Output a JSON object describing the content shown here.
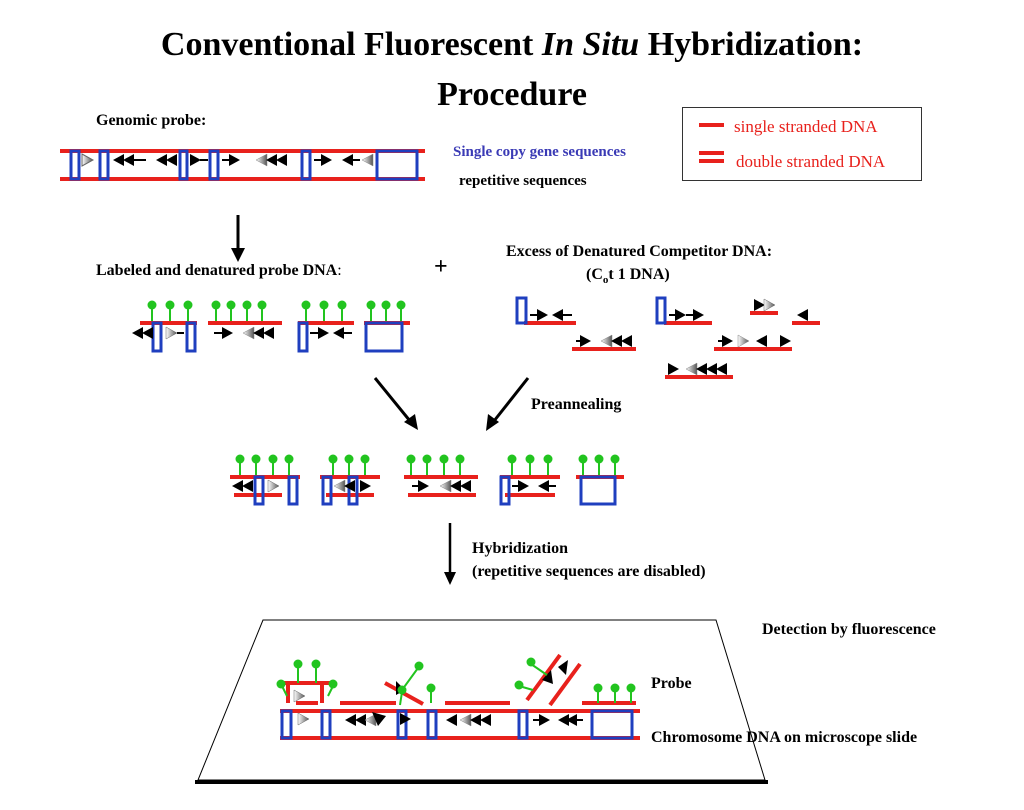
{
  "title": {
    "part1": "Conventional Fluorescent",
    "italic": "In Situ",
    "part2": "Hybridization:",
    "line2": "Procedure"
  },
  "legend": {
    "single": "single stranded DNA",
    "double": "double stranded DNA",
    "color": "#e8211c"
  },
  "labels": {
    "genomic_probe": "Genomic probe:",
    "single_copy": "Single copy gene sequences",
    "repetitive": "repetitive sequences",
    "labeled_probe": "Labeled and denatured probe DNA",
    "labeled_colon": ":",
    "plus": "+",
    "competitor_line1": "Excess of Denatured Competitor DNA:",
    "competitor_open": "(C",
    "competitor_sub": "o",
    "competitor_rest": "t 1 DNA)",
    "preannealing": "Preannealing",
    "hybridization_line1": "Hybridization",
    "hybridization_line2": "(repetitive sequences are disabled)",
    "detection": "Detection by fluorescence",
    "probe": "Probe",
    "chromosome": "Chromosome DNA on microscope slide"
  },
  "colors": {
    "dna": "#e8211c",
    "gene": "#1f3fbf",
    "label": "#22c41f",
    "single_copy_text": "#3a3ab5"
  }
}
